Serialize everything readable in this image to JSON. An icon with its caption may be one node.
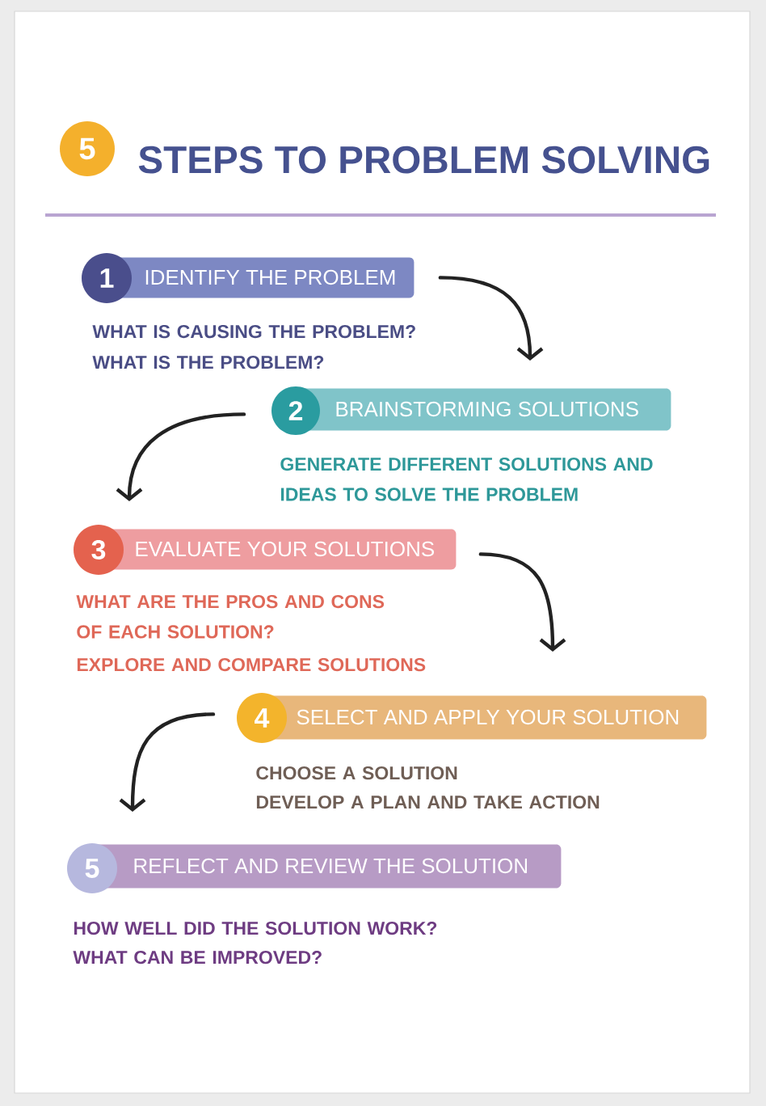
{
  "diagram": {
    "title": "STEPS TO PROBLEM SOLVING",
    "nodes": [
      {
        "text": [
          "1",
          "IDENTIFY THE PROBLEM",
          "WHAT IS CAUSING THE PROBLEM?",
          "WHAT IS THE PROBLEM?"
        ]
      },
      {
        "text": [
          "2",
          "BRAINSTORMING SOLUTIONS",
          "GENERATE DIFFERENT SOLUTIONS AND IDEAS TO SOLVE THE PROBLEM"
        ]
      },
      {
        "text": [
          "3",
          "EVALUATE YOUR SOLUTIONS",
          "WHAT ARE THE PROS AND CONS OF EACH SOLUTION?",
          "EXPLORE AND COMPARE SOLUTIONS"
        ]
      },
      {
        "text": [
          "4",
          "SELECT AND APPLY YOUR SOLUTION",
          "CHOOSE A SOLUTION",
          "DEVELOP A PLAN AND TAKE ACTION"
        ]
      },
      {
        "text": [
          "5",
          "REFLECT AND REVIEW THE SOLUTION",
          "HOW WELL DID THE SOLUTION WORK?",
          "WHAT CAN BE IMPROVED?"
        ]
      }
    ],
    "edges": [
      {
        "from": 0,
        "to": 1,
        "arrow": "to"
      },
      {
        "from": 1,
        "to": 2,
        "arrow": "to"
      },
      {
        "from": 2,
        "to": 3,
        "arrow": "to"
      },
      {
        "from": 3,
        "to": 4,
        "arrow": "to"
      }
    ],
    "labels": [
      "5"
    ]
  }
}
